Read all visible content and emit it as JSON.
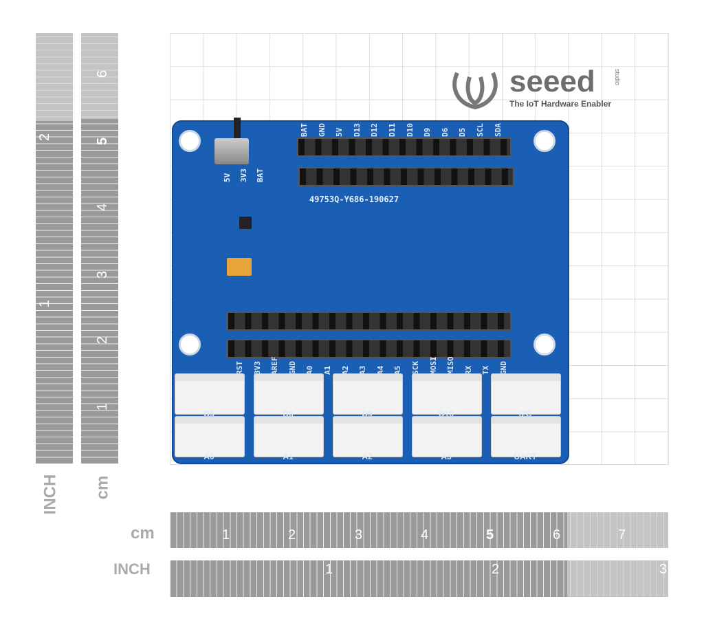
{
  "brand": {
    "name": "seeed",
    "sub": "studio",
    "tagline": "The IoT Hardware Enabler"
  },
  "rulers": {
    "vertical_inch": {
      "unit": "INCH",
      "labels": [
        "2",
        "1"
      ]
    },
    "vertical_cm": {
      "unit": "cm",
      "labels": [
        "6",
        "5",
        "4",
        "3",
        "2",
        "1"
      ]
    },
    "horizontal_cm": {
      "unit": "cm",
      "labels": [
        "1",
        "2",
        "3",
        "4",
        "5",
        "6",
        "7"
      ]
    },
    "horizontal_inch": {
      "unit": "INCH",
      "labels": [
        "1",
        "2",
        "3"
      ]
    }
  },
  "board": {
    "switch_labels": [
      "5V",
      "3V3",
      "BAT"
    ],
    "top_pins": [
      "BAT",
      "GND",
      "5V",
      "D13",
      "D12",
      "D11",
      "D10",
      "D9",
      "D6",
      "D5",
      "SCL",
      "SDA"
    ],
    "bottom_pins": [
      "RST",
      "3V3",
      "AREF",
      "GND",
      "A0",
      "A1",
      "A2",
      "A3",
      "A4",
      "A5",
      "SCK",
      "MOSI",
      "MISO",
      "RX",
      "TX",
      "GND"
    ],
    "serial": "49753Q-Y686-190627",
    "grove_top": [
      "D5",
      "D6",
      "D9",
      "D10",
      "I2C"
    ],
    "grove_bottom": [
      "A0",
      "A1",
      "A2",
      "A3",
      "UART"
    ]
  }
}
